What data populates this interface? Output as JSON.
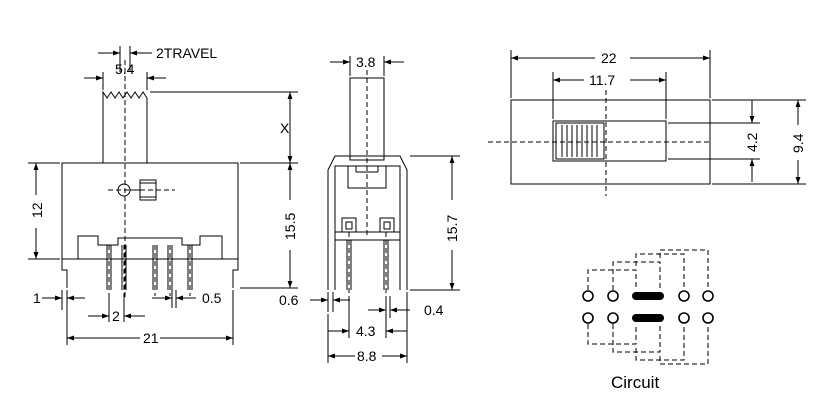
{
  "dimensions": {
    "travel": "2TRAVEL",
    "knob_width": "5.4",
    "knob_height": "X",
    "body_side_height": "12",
    "body_height": "15.5",
    "pin_width": "1",
    "pin_pitch": "2",
    "pin_thickness": "0.5",
    "body_length": "21",
    "knob_depth": "3.8",
    "side_height": "15.7",
    "side_pin_width": "0.6",
    "side_pin_thickness": "0.4",
    "side_pin_pitch": "4.3",
    "side_body_width": "8.8",
    "top_length": "22",
    "slot_length": "11.7",
    "knob_top_width": "4.2",
    "top_width": "9.4"
  },
  "circuit": {
    "label": "Circuit"
  },
  "colors": {
    "line": "#000000",
    "background": "#ffffff"
  }
}
